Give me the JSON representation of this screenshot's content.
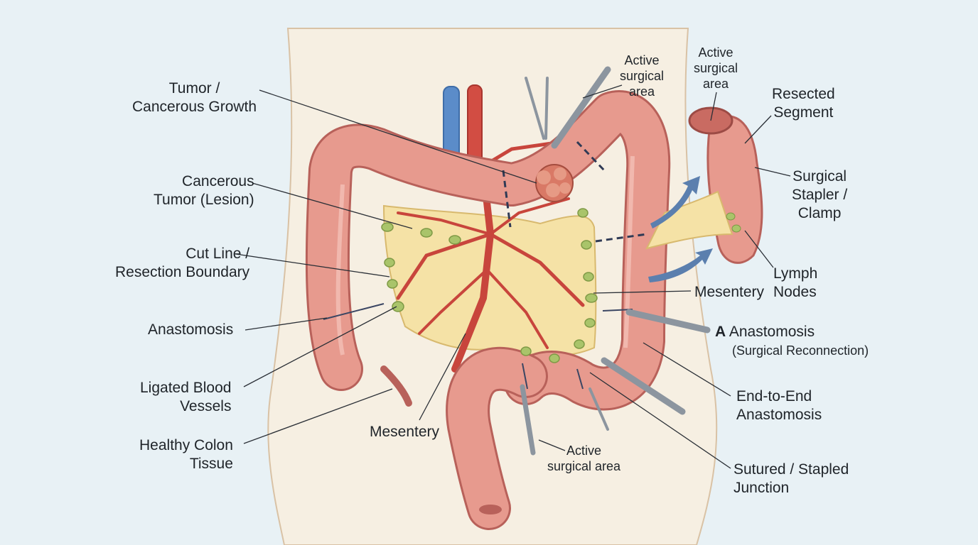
{
  "labels": {
    "tumor_growth": [
      "Tumor /",
      "Cancerous Growth"
    ],
    "tumor_lesion": [
      "Cancerous",
      "Tumor (Lesion)"
    ],
    "cut_line": [
      "Cut Line /",
      "Resection Boundary"
    ],
    "anastomosis_left": "Anastomosis",
    "ligated_vessels": [
      "Ligated Blood",
      "Vessels"
    ],
    "healthy_tissue": [
      "Healthy Colon",
      "Tissue"
    ],
    "mesentery_bottom": "Mesentery",
    "active_top": [
      "Active",
      "surgical",
      "area"
    ],
    "active_right": [
      "Active",
      "surgical",
      "area"
    ],
    "active_bottom": [
      "Active",
      "surgical area"
    ],
    "resected_segment": [
      "Resected",
      "Segment"
    ],
    "stapler_clamp": [
      "Surgical",
      "Stapler /",
      "Clamp"
    ],
    "lymph_nodes": [
      "Lymph",
      "Nodes"
    ],
    "mesentery_right": "Mesentery",
    "anastomosis_marker": "A",
    "anastomosis_right": "Anastomosis",
    "surgical_reconnection": "(Surgical Reconnection)",
    "end_to_end": [
      "End-to-End",
      "Anastomosis"
    ],
    "sutured_junction": [
      "Sutured / Stapled",
      "Junction"
    ]
  },
  "colors": {
    "background": "#e8f1f5",
    "body": "#f6efe2",
    "colon": "#e79a8e",
    "colon_dark": "#b8615a",
    "mesentery": "#f5e2a6",
    "vessel_red": "#c8453c",
    "vein_blue": "#5b8cc9",
    "lymph_green": "#a9c46a",
    "arrow_blue": "#5b7fae"
  }
}
